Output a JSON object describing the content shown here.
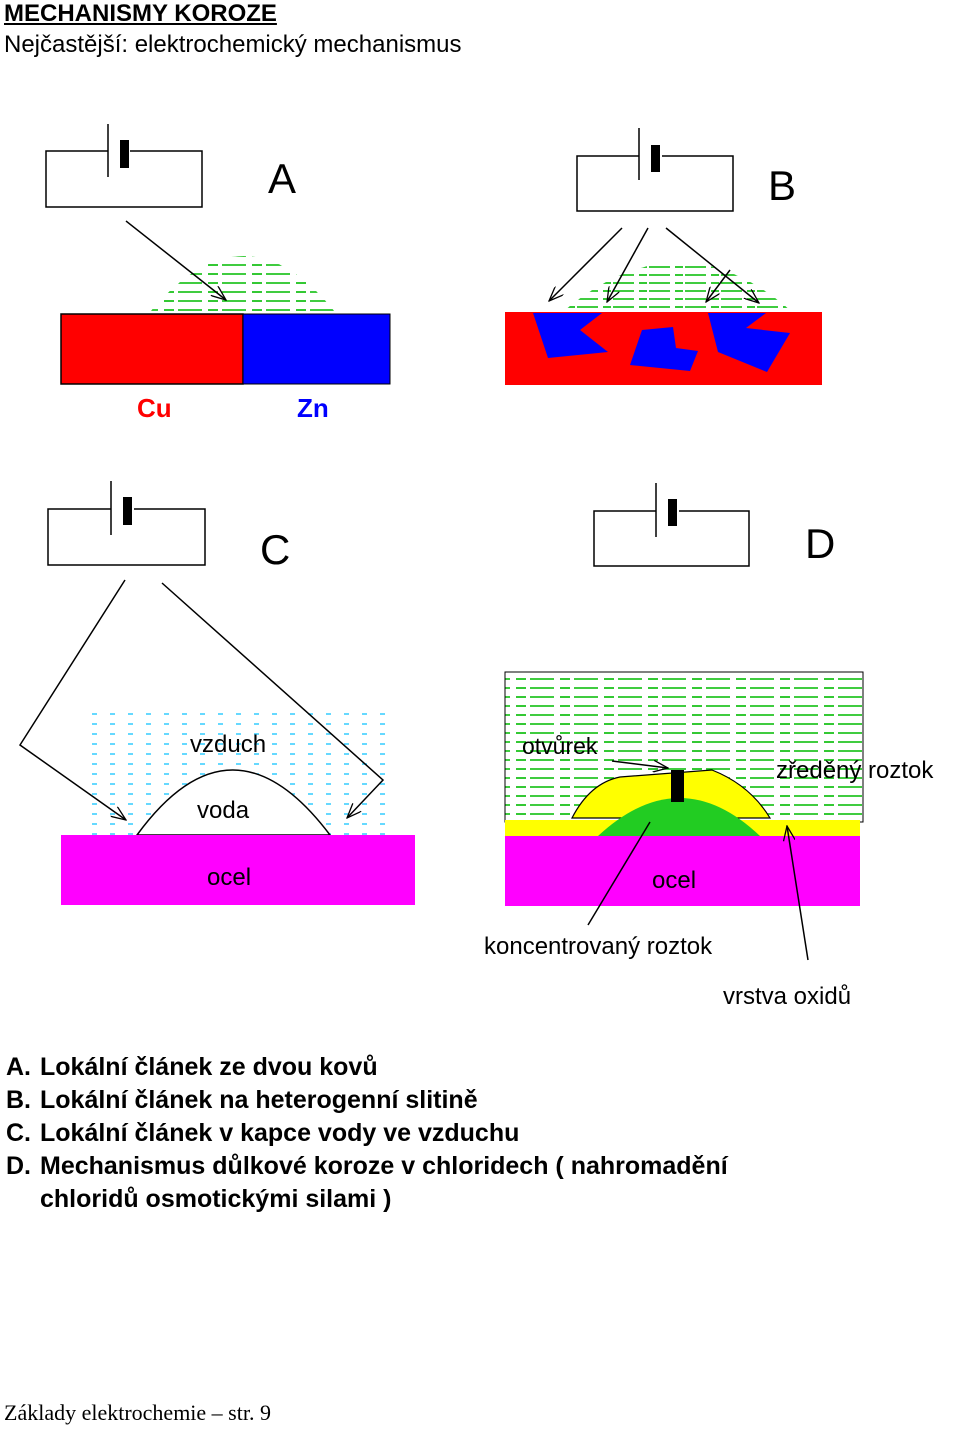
{
  "header": {
    "title": "MECHANISMY KOROZE",
    "subtitle": "Nejčastější: elektrochemický mechanismus"
  },
  "panels": {
    "a": {
      "letter": "A",
      "metal_left": "Cu",
      "metal_right": "Zn"
    },
    "b": {
      "letter": "B"
    },
    "c": {
      "letter": "C",
      "air": "vzduch",
      "water": "voda",
      "steel": "ocel"
    },
    "d": {
      "letter": "D",
      "opening": "otvůrek",
      "dilute": "zředěný roztok",
      "steel": "ocel",
      "concentrated": "koncentrovaný roztok",
      "oxide": "vrstva oxidů"
    }
  },
  "captions": [
    {
      "key": "A.",
      "text": "Lokální článek ze dvou kovů"
    },
    {
      "key": "B.",
      "text": "Lokální článek na heterogenní slitině"
    },
    {
      "key": "C.",
      "text": "Lokální článek v kapce vody ve vzduchu"
    },
    {
      "key": "D.",
      "text": "Mechanismus důlkové koroze v chloridech ( nahromadění"
    },
    {
      "key": "",
      "text": "chloridů osmotickými silami )"
    }
  ],
  "footer": "Základy elektrochemie – str. 9",
  "colors": {
    "red": "#ff0000",
    "blue": "#0000ff",
    "green": "#00cc00",
    "magenta": "#ff00ff",
    "yellow": "#ffff00",
    "light_green": "#33dd33",
    "cyan_dash": "#33ccff",
    "label_red": "#ff0000",
    "label_blue": "#0000ff"
  }
}
